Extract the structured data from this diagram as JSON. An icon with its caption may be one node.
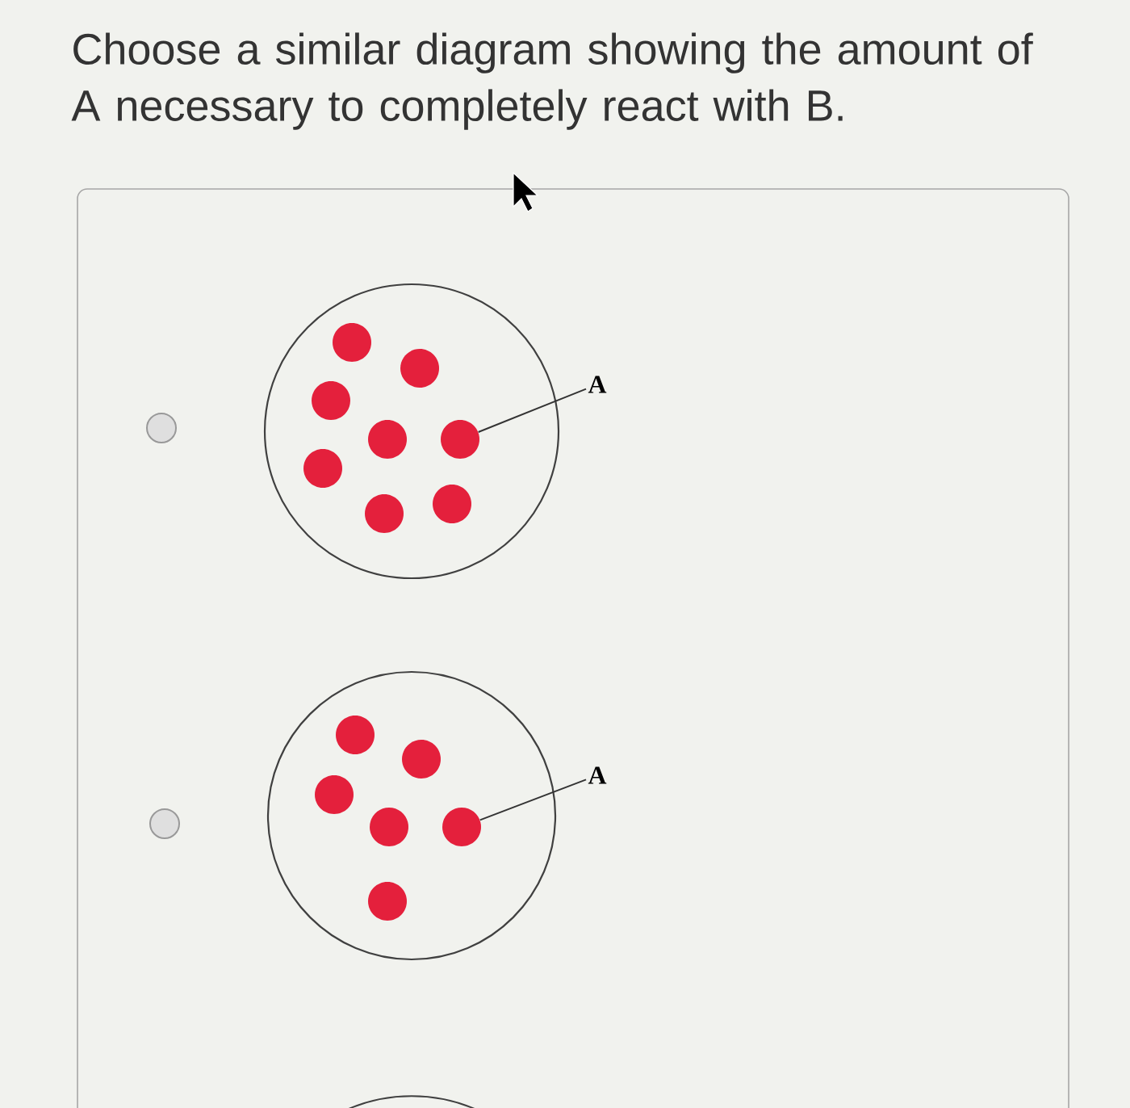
{
  "diagram": {
    "title": "Choose a similar diagram showing the amount of A necessary to completely react with B.",
    "nodes": [
      {
        "text": [],
        "shape": "circle"
      },
      {
        "text": [],
        "shape": "circle",
        "in": 0
      },
      {
        "text": [],
        "shape": "circle",
        "in": 0
      },
      {
        "text": [],
        "shape": "circle",
        "in": 0
      },
      {
        "text": [],
        "shape": "circle",
        "in": 0
      },
      {
        "text": [],
        "shape": "circle",
        "in": 0
      },
      {
        "text": [],
        "shape": "circle",
        "in": 0
      },
      {
        "text": [],
        "shape": "circle",
        "in": 0
      },
      {
        "text": [],
        "shape": "circle",
        "in": 0
      },
      {
        "text": [
          "A"
        ]
      },
      {
        "text": [],
        "shape": "circle"
      },
      {
        "text": [],
        "shape": "circle",
        "in": 10
      },
      {
        "text": [],
        "shape": "circle",
        "in": 10
      },
      {
        "text": [],
        "shape": "circle",
        "in": 10
      },
      {
        "text": [],
        "shape": "circle",
        "in": 10
      },
      {
        "text": [],
        "shape": "circle",
        "in": 10
      },
      {
        "text": [],
        "shape": "circle",
        "in": 10
      },
      {
        "text": [
          "A"
        ]
      }
    ],
    "edges": [
      {
        "from": 9,
        "to": 5,
        "arrow": "none"
      },
      {
        "from": 17,
        "to": 15,
        "arrow": "none"
      }
    ]
  }
}
